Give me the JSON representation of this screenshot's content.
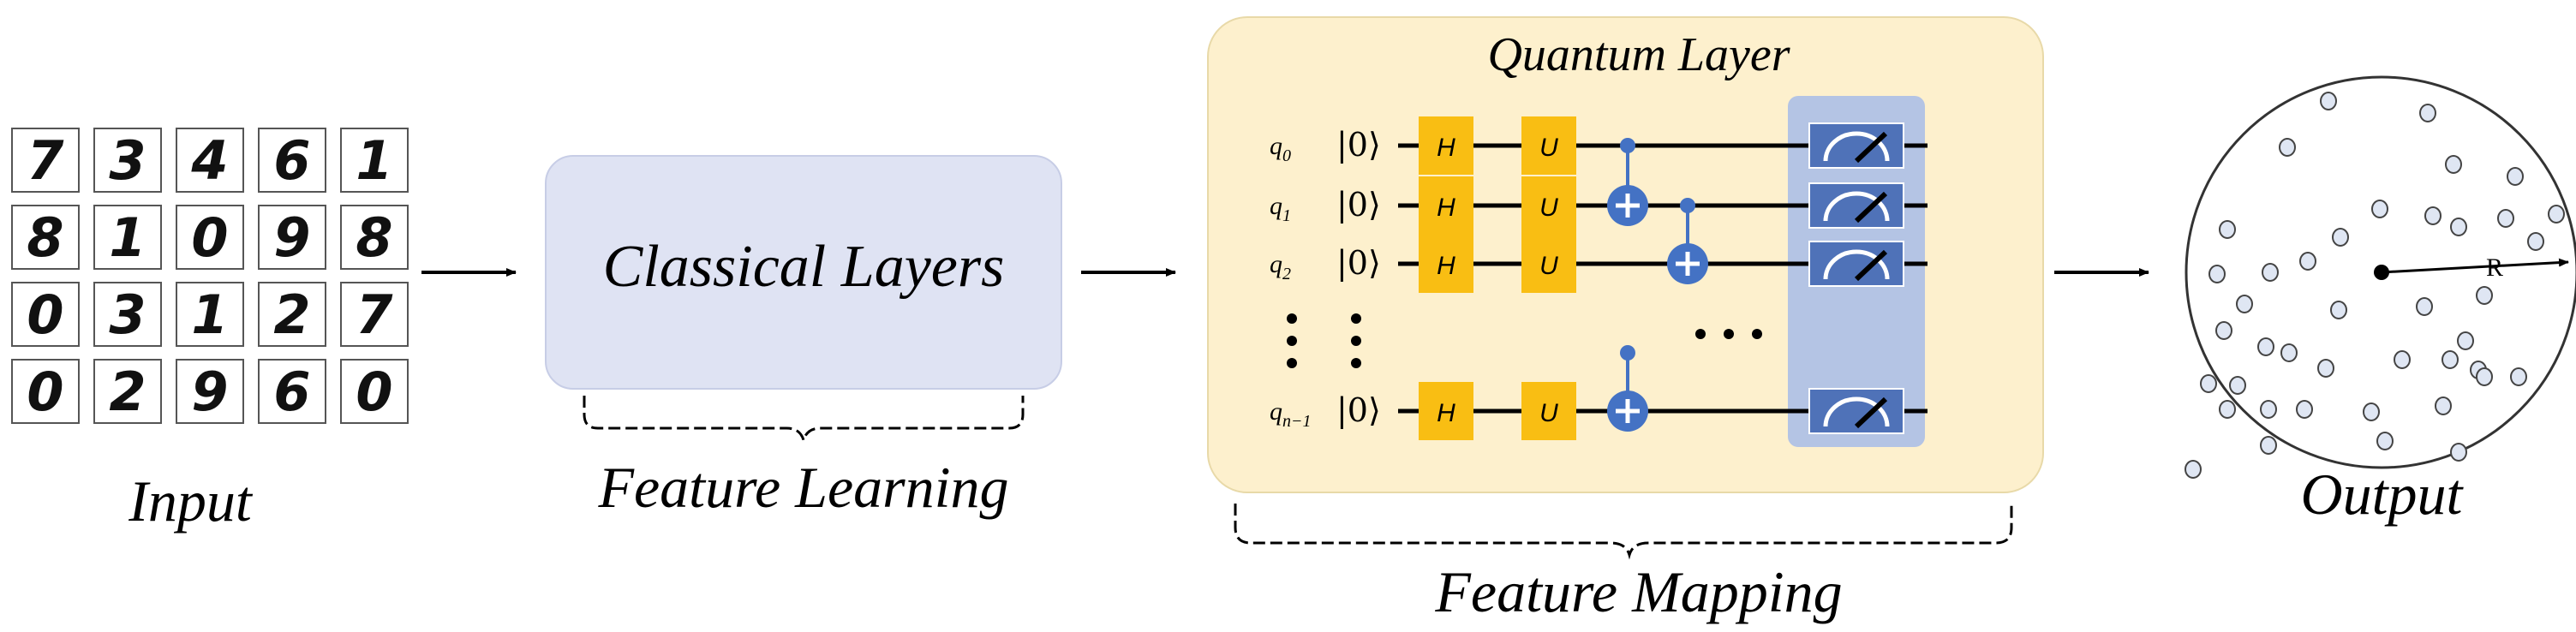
{
  "input": {
    "label": "Input",
    "digits": [
      [
        "7",
        "3",
        "4",
        "6",
        "1"
      ],
      [
        "8",
        "1",
        "0",
        "9",
        "8"
      ],
      [
        "0",
        "3",
        "1",
        "2",
        "7"
      ],
      [
        "0",
        "2",
        "9",
        "6",
        "0"
      ]
    ]
  },
  "classical": {
    "box_label": "Classical Layers",
    "brace_label": "Feature Learning"
  },
  "quantum": {
    "title": "Quantum Layer",
    "brace_label": "Feature Mapping",
    "ket": "|0⟩",
    "gate_h": "H",
    "gate_u": "U",
    "ellipsis": "• • •",
    "qubits": [
      {
        "base": "q",
        "sub": "0"
      },
      {
        "base": "q",
        "sub": "1"
      },
      {
        "base": "q",
        "sub": "2"
      },
      {
        "base": "q",
        "sub": "n−1"
      }
    ]
  },
  "output": {
    "label": "Output",
    "radius_label": "R"
  },
  "colors": {
    "classical_fill": "#dfe3f3",
    "quantum_fill": "#fdf0cd",
    "gate_fill": "#f9be13",
    "wire_dot": "#4472c4",
    "meter_panel": "#b4c4e4",
    "meter_fill": "#4f72b8"
  }
}
